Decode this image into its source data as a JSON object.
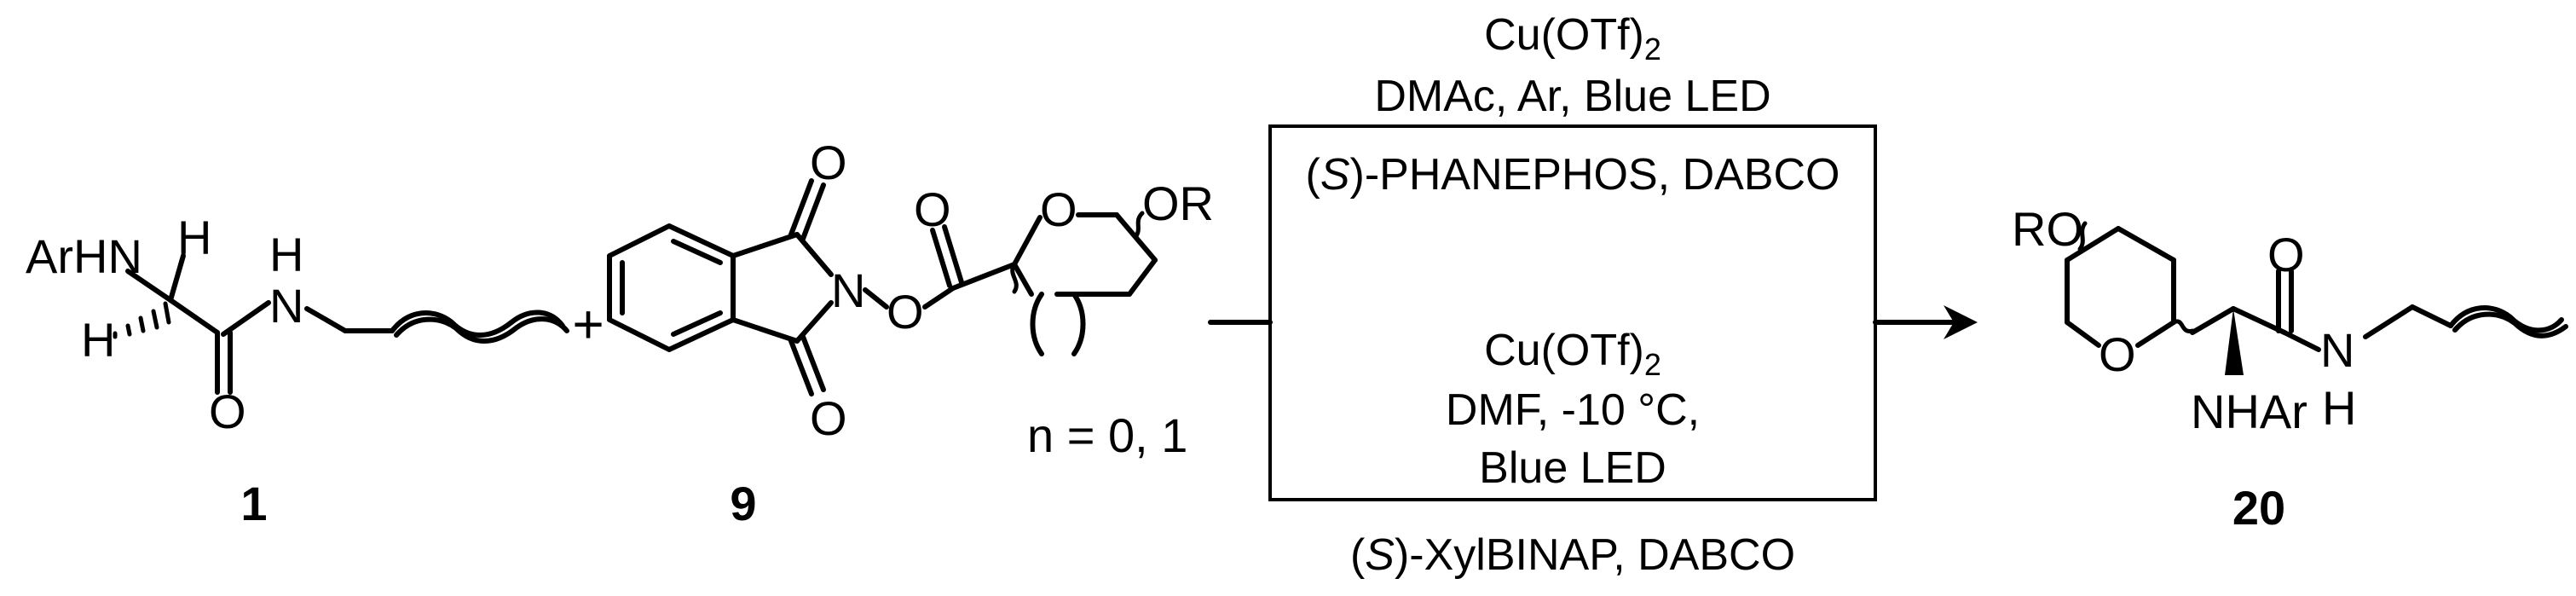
{
  "scheme": {
    "compound_1": {
      "label": "1",
      "atoms": {
        "arhn": "ArHN",
        "h_top": "H",
        "h_left": "H",
        "nh_h": "H",
        "nh_n": "N",
        "o": "O"
      }
    },
    "plus": "+",
    "compound_9": {
      "label": "9",
      "atoms": {
        "o_top": "O",
        "n": "N",
        "o_link": "O",
        "o_bottom": "O",
        "o_ester": "O",
        "o_ring": "O",
        "or": "OR"
      },
      "note": "n = 0, 1"
    },
    "conditions_upper": {
      "catalyst_base": "Cu(OTf)",
      "catalyst_sub": "2",
      "line2": "DMAc, Ar, Blue LED",
      "ligand_open": "(",
      "ligand_s": "S",
      "ligand_rest": ")-PHANEPHOS, DABCO"
    },
    "conditions_lower": {
      "catalyst_base": "Cu(OTf)",
      "catalyst_sub": "2",
      "line2": "DMF, -10 °C,",
      "line3": "Blue LED",
      "ligand_open": "(",
      "ligand_s": "S",
      "ligand_rest": ")-XylBINAP,  DABCO"
    },
    "compound_20": {
      "label": "20",
      "atoms": {
        "ro": "RO",
        "o_ring": "O",
        "o_amide": "O",
        "n": "N",
        "h": "H",
        "nhar": "NHAr"
      }
    }
  }
}
